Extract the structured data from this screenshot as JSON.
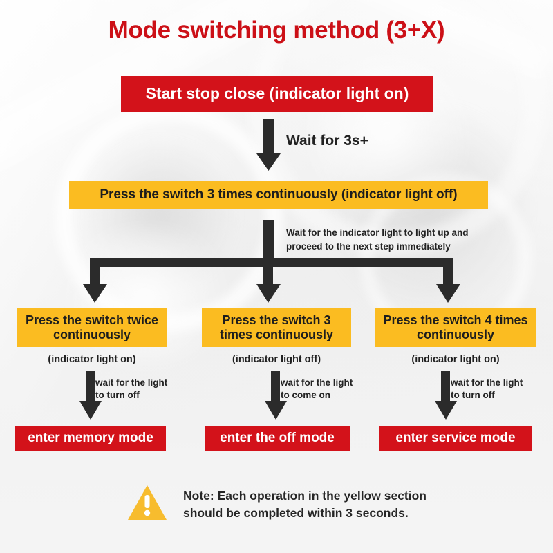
{
  "title": "Mode switching method (3+X)",
  "colors": {
    "red": "#d3121a",
    "title_red": "#cc1017",
    "yellow": "#fbbc21",
    "arrow": "#2b2b2b",
    "background": "#f2f2f2",
    "text_dark": "#1d1d1d"
  },
  "steps": {
    "start": "Start stop close (indicator light on)",
    "wait_label": "Wait for 3s+",
    "press3": "Press the switch 3 times continuously (indicator light off)",
    "branch_note": "Wait for the indicator light to light up and\nproceed to the next step immediately"
  },
  "branches": [
    {
      "action": "Press the switch\ntwice continuously",
      "indicator": "(indicator light on)",
      "edge_label": "wait for the light\nto turn off",
      "result": "enter memory mode"
    },
    {
      "action": "Press the switch\n3 times continuously",
      "indicator": "(indicator light off)",
      "edge_label": "wait for the light\nto come on",
      "result": "enter the off mode"
    },
    {
      "action": "Press the switch\n4 times continuously",
      "indicator": "(indicator light on)",
      "edge_label": "wait for the light\nto turn off",
      "result": "enter service mode"
    }
  ],
  "footnote": {
    "icon": "warning-triangle-icon",
    "text": "Note: Each operation in the yellow section\nshould be completed within 3 seconds."
  }
}
